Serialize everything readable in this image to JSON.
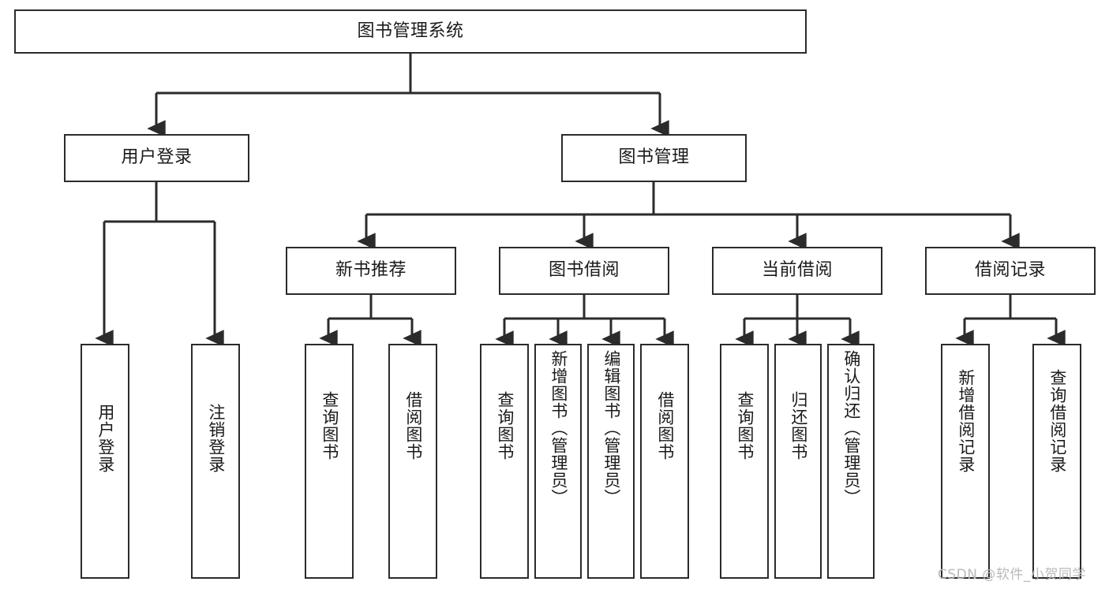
{
  "diagram": {
    "title": "图书管理系统",
    "orientation": "top-down-tree",
    "line_color": "#2b2b2b",
    "box_border_color": "#2b2b2b",
    "box_fill_color": "#ffffff",
    "text_color": "#1a1a1a"
  },
  "root": {
    "label": "图书管理系统"
  },
  "level2": [
    {
      "label": "用户登录"
    },
    {
      "label": "图书管理"
    }
  ],
  "level3": [
    {
      "label": "新书推荐"
    },
    {
      "label": "图书借阅"
    },
    {
      "label": "当前借阅"
    },
    {
      "label": "借阅记录"
    }
  ],
  "leaves": {
    "user_login": [
      {
        "label": "用户登录"
      },
      {
        "label": "注销登录"
      }
    ],
    "new_book_recommend": [
      {
        "label": "查询图书"
      },
      {
        "label": "借阅图书"
      }
    ],
    "book_borrow": [
      {
        "label": "查询图书"
      },
      {
        "label": "新增图书（管理员）"
      },
      {
        "label": "编辑图书（管理员）"
      },
      {
        "label": "借阅图书"
      }
    ],
    "current_borrow": [
      {
        "label": "查询图书"
      },
      {
        "label": "归还图书"
      },
      {
        "label": "确认归还（管理员）"
      }
    ],
    "borrow_record": [
      {
        "label": "新增借阅记录"
      },
      {
        "label": "查询借阅记录"
      }
    ]
  },
  "watermark": {
    "text": "CSDN @软件_小贺同学"
  }
}
